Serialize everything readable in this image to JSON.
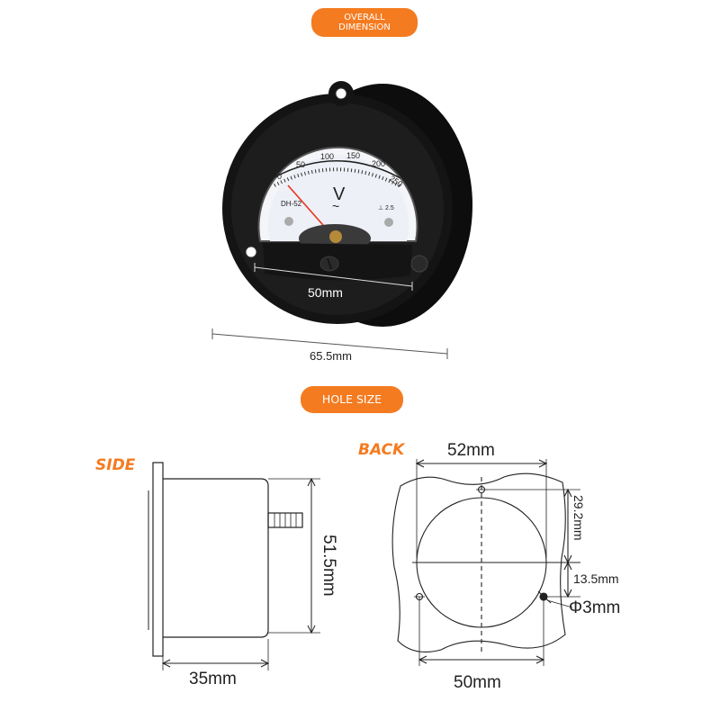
{
  "badges": {
    "overall_line1": "OVERALL",
    "overall_line2": "DIMENSION",
    "hole_size": "HOLE SIZE"
  },
  "meter": {
    "scale_labels": [
      "0",
      "50",
      "100",
      "150",
      "200",
      "250"
    ],
    "unit": "V",
    "ac_symbol": "~",
    "model": "DH-52",
    "class_mark": "⊥ 2.5",
    "face_dimension": "50mm",
    "overall_dimension": "65.5mm"
  },
  "side_view": {
    "title": "SIDE",
    "depth": "35mm",
    "height": "51.5mm"
  },
  "back_view": {
    "title": "BACK",
    "top_width": "52mm",
    "bottom_width": "50mm",
    "offset_upper": "29.2mm",
    "offset_lower": "13.5mm",
    "hole_diameter": "Φ3mm"
  },
  "colors": {
    "accent": "#f47b20",
    "meter_body": "#141414",
    "dial_face": "#eef0f7",
    "needle": "#e8341c"
  }
}
